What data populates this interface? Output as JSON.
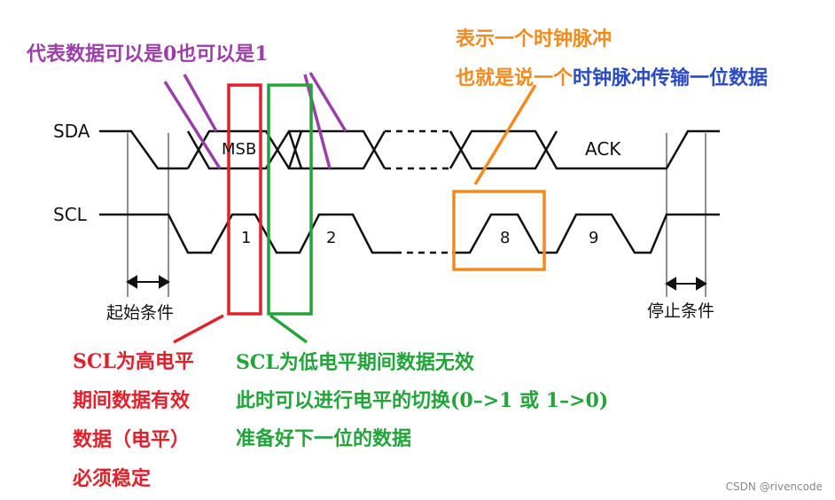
{
  "signals": {
    "sda": "SDA",
    "scl": "SCL"
  },
  "bit_labels": {
    "msb": "MSB",
    "ack": "ACK"
  },
  "clock_labels": [
    "1",
    "2",
    "8",
    "9"
  ],
  "conditions": {
    "start": "起始条件",
    "stop": "停止条件"
  },
  "annotations": {
    "purple": "代表数据可以是0也可以是1",
    "orange_line1": "表示一个时钟脉冲",
    "orange_line2_a": "也就是说一个",
    "orange_line2_b": "时钟脉冲传输",
    "orange_line2_c": "一位数据",
    "red_lines": [
      "SCL为高电平",
      "期间数据有效",
      "数据（电平）",
      "必须稳定"
    ],
    "green_lines": [
      "SCL为低电平期间数据无效",
      "此时可以进行电平的切换(0–>1 或 1–>0)",
      "准备好下一位的数据"
    ]
  },
  "colors": {
    "purple": "#9b3fa8",
    "orange": "#f28a20",
    "blue": "#2b4bc4",
    "red": "#e0212b",
    "green": "#22a43a"
  },
  "watermark": "CSDN @rivencode"
}
